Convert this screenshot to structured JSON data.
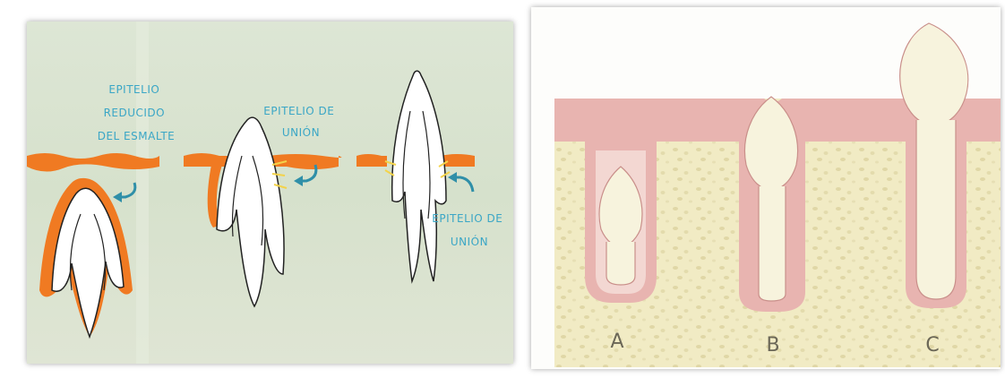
{
  "left_panel": {
    "labels": {
      "reduced_epithelium": [
        "EPITELIO",
        "REDUCIDO",
        "DEL ESMALTE"
      ],
      "junctional_epithelium_1": [
        "EPITELIO DE",
        "UNIÓN"
      ],
      "junctional_epithelium_2": [
        "EPITELIO DE",
        "UNIÓN"
      ]
    },
    "colors": {
      "background": "#d9e3cf",
      "epithelium": "#f07a22",
      "arrow": "#2f8fa8",
      "tooth_fill": "#ffffff",
      "tooth_outline": "#222222"
    }
  },
  "right_panel": {
    "stage_labels": [
      "A",
      "B",
      "C"
    ],
    "colors": {
      "gingiva": "#e8b4b0",
      "bone": "#f1ebc4",
      "tooth": "#f7f3dd",
      "outline": "#c98f8a"
    }
  }
}
